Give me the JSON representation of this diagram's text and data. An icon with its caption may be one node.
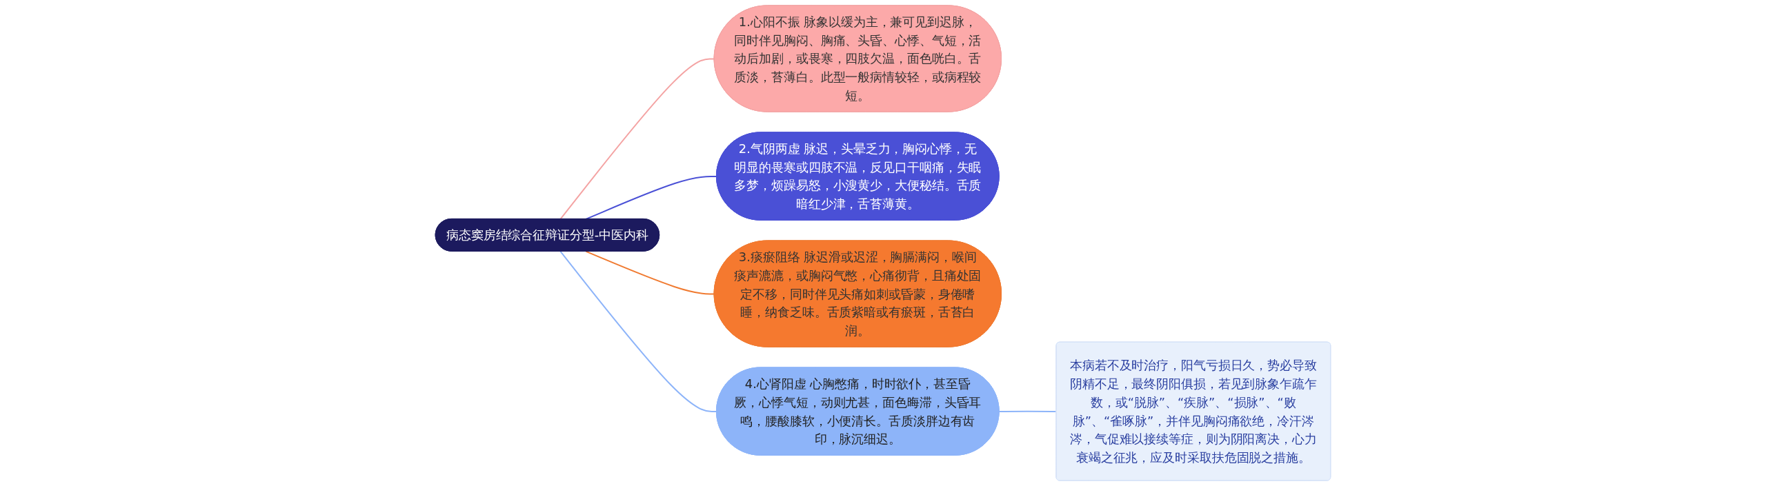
{
  "diagram": {
    "nodes": [
      {
        "text": [
          "病态窦房结综合征辩证分型-中医内科"
        ]
      },
      {
        "text": [
          "1.心阳不振 脉象以缓为主，兼可见到迟脉，同时伴见胸闷、胸痛、头昏、心悸、气短，活动后加剧，或畏寒，四肢欠温，面色咣白。舌质淡，苔薄白。此型一般病情较轻，或病程较短。"
        ]
      },
      {
        "text": [
          "2.气阴两虚 脉迟，头晕乏力，胸闷心悸，无明显的畏寒或四肢不温，反见口干咽痛，失眠多梦，烦躁易怒，小溲黄少，大便秘结。舌质暗红少津，舌苔薄黄。"
        ]
      },
      {
        "text": [
          "3.痰瘀阻络 脉迟滑或迟涩，胸膈满闷，喉间痰声漉漉，或胸闷气憋，心痛彻背，且痛处固定不移，同时伴见头痛如刺或昏蒙，身倦嗜睡，纳食乏味。舌质紫暗或有瘀斑，舌苔白润。"
        ]
      },
      {
        "text": [
          "4.心肾阳虚 心胸憋痛，时时欲仆，甚至昏厥，心悸气短，动则尤甚，面色晦滞，头昏耳鸣，腰酸膝软，小便清长。舌质淡胖边有齿印，脉沉细迟。"
        ]
      },
      {
        "text": [
          "本病若不及时治疗，阳气亏损日久，势必导致阴精不足，最终阴阳俱损，若见到脉象乍疏乍数，或“脱脉”、“疾脉”、“损脉”、“败脉”、“雀啄脉”，并伴见胸闷痛欲绝，冷汗涔涔，气促难以接续等症，则为阴阳离决，心力衰竭之征兆，应及时采取扶危固脱之措施。"
        ]
      }
    ],
    "edges": [
      {
        "from": 0,
        "to": 1,
        "arrow": "none",
        "color": "#f4a3a3"
      },
      {
        "from": 0,
        "to": 2,
        "arrow": "none",
        "color": "#4a50d6"
      },
      {
        "from": 0,
        "to": 3,
        "arrow": "none",
        "color": "#f07a30"
      },
      {
        "from": 0,
        "to": 4,
        "arrow": "none",
        "color": "#8db4f9"
      },
      {
        "from": 4,
        "to": 5,
        "arrow": "none",
        "color": "#8db4f9"
      }
    ]
  }
}
